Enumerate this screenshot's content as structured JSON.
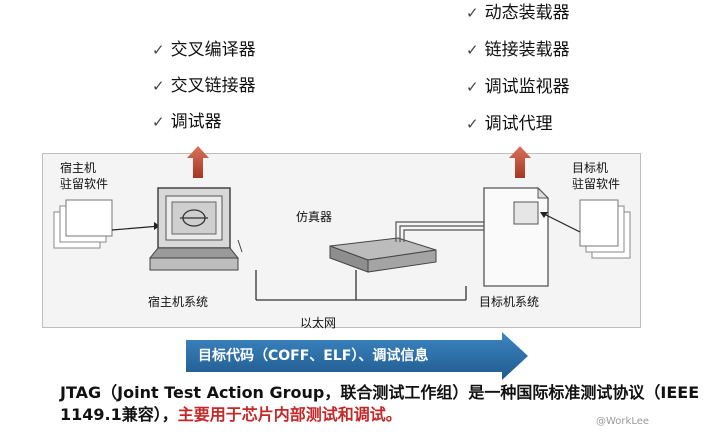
{
  "host_tools": [
    "交叉编译器",
    "交叉链接器",
    "调试器"
  ],
  "target_tools": [
    "动态装载器",
    "链接装载器",
    "调试监视器",
    "调试代理"
  ],
  "labels": {
    "host_software": "宿主机\n驻留软件",
    "target_software": "目标机\n驻留软件",
    "emulator": "仿真器",
    "host_system": "宿主机系统",
    "target_system": "目标机系统",
    "ethernet": "以太网"
  },
  "banner": "目标代码（COFF、ELF）、调试信息",
  "description": {
    "part1": "JTAG（Joint Test Action Group，联合测试工作组）是一种国际标准测试协议（IEEE 1149.1兼容），",
    "highlight": "主要用于芯片内部测试和调试。"
  },
  "watermark": "@WorkLee",
  "colors": {
    "banner": "#2d6fa8",
    "up_arrow": "#b5442f",
    "highlight": "#c62828"
  }
}
